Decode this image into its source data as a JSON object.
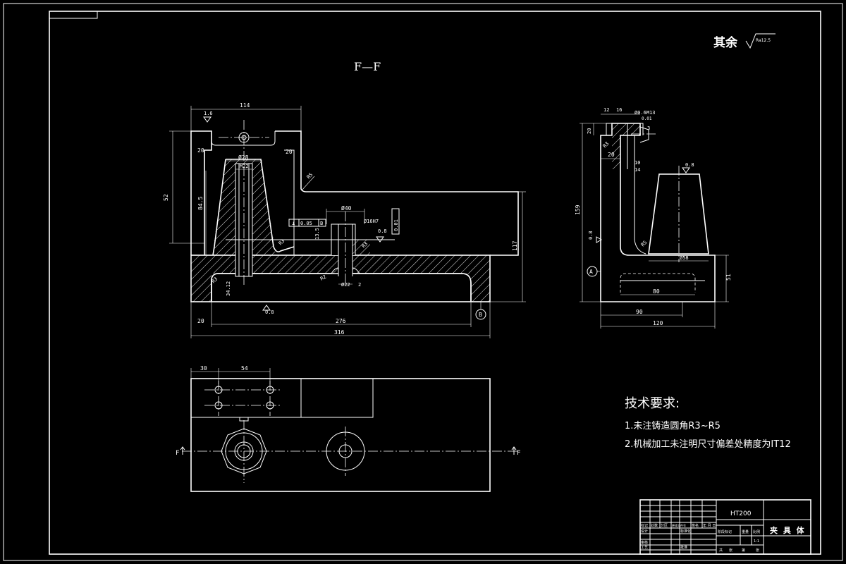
{
  "section_title": "F—F",
  "surface_note": {
    "label": "其余",
    "roughness": "Ra12.5"
  },
  "tech_requirements": {
    "title": "技术要求:",
    "items": [
      "1.未注铸造圆角R3~R5",
      "2.机械加工未注明尺寸偏差处精度为IT12"
    ]
  },
  "title_block": {
    "material": "HT200",
    "part_name": "夹 具 体",
    "scale": "1:1",
    "row_labels": [
      "标记",
      "处数",
      "分区",
      "更改文件号",
      "签名",
      "年 月 日"
    ],
    "side_labels": [
      "设计",
      "审核",
      "工艺"
    ],
    "mid_labels": [
      "标准化",
      "批准"
    ],
    "stage_header": [
      "阶段标记",
      "重量",
      "比例"
    ],
    "sheet_footer": [
      "共",
      "张",
      "第",
      "张"
    ]
  },
  "front_view": {
    "dims": {
      "overall_length": "316",
      "inner_length": "276",
      "left_offset": "20",
      "top_width": "114",
      "height_52": "52",
      "height_117": "117",
      "height_84": "84.5",
      "boss_dia": "Ø28",
      "thread": "M22",
      "bore_40": "Ø40",
      "bore_16h7": "Ø16H7",
      "bore_22": "Ø22",
      "depth_13": "13.5",
      "depth_3412": "34.12",
      "slot_20": "20",
      "slot_20b": "20",
      "gap_2": "2",
      "roughness_16": "1.6",
      "roughness_08a": "0.8",
      "roughness_08b": "0.8",
      "radius_r5": "R5",
      "radius_r3a": "R3",
      "radius_r3b": "R3",
      "radius_r3c": "R3",
      "radius_r2": "R2",
      "perp_tol": "0.05",
      "flat_tol": "0.01",
      "datum_b": "B"
    }
  },
  "side_view": {
    "dims": {
      "d12": "12",
      "d16": "16",
      "d20_top": "20",
      "d20_mid": "20",
      "d159": "159",
      "d51": "51",
      "d80": "80",
      "d90": "90",
      "d120": "120",
      "d58": "Ø58",
      "d10": "10",
      "d14": "14",
      "d3": "3",
      "rough_09": "0.8",
      "rough_08": "0.8",
      "r5": "R5",
      "r3": "R3",
      "tol_top": "Ø0.6M13",
      "tol_top2": "0.01",
      "datum_a": "A"
    }
  },
  "top_view": {
    "dims": {
      "d30": "30",
      "d54": "54"
    },
    "section_marks": [
      "F",
      "F"
    ]
  }
}
